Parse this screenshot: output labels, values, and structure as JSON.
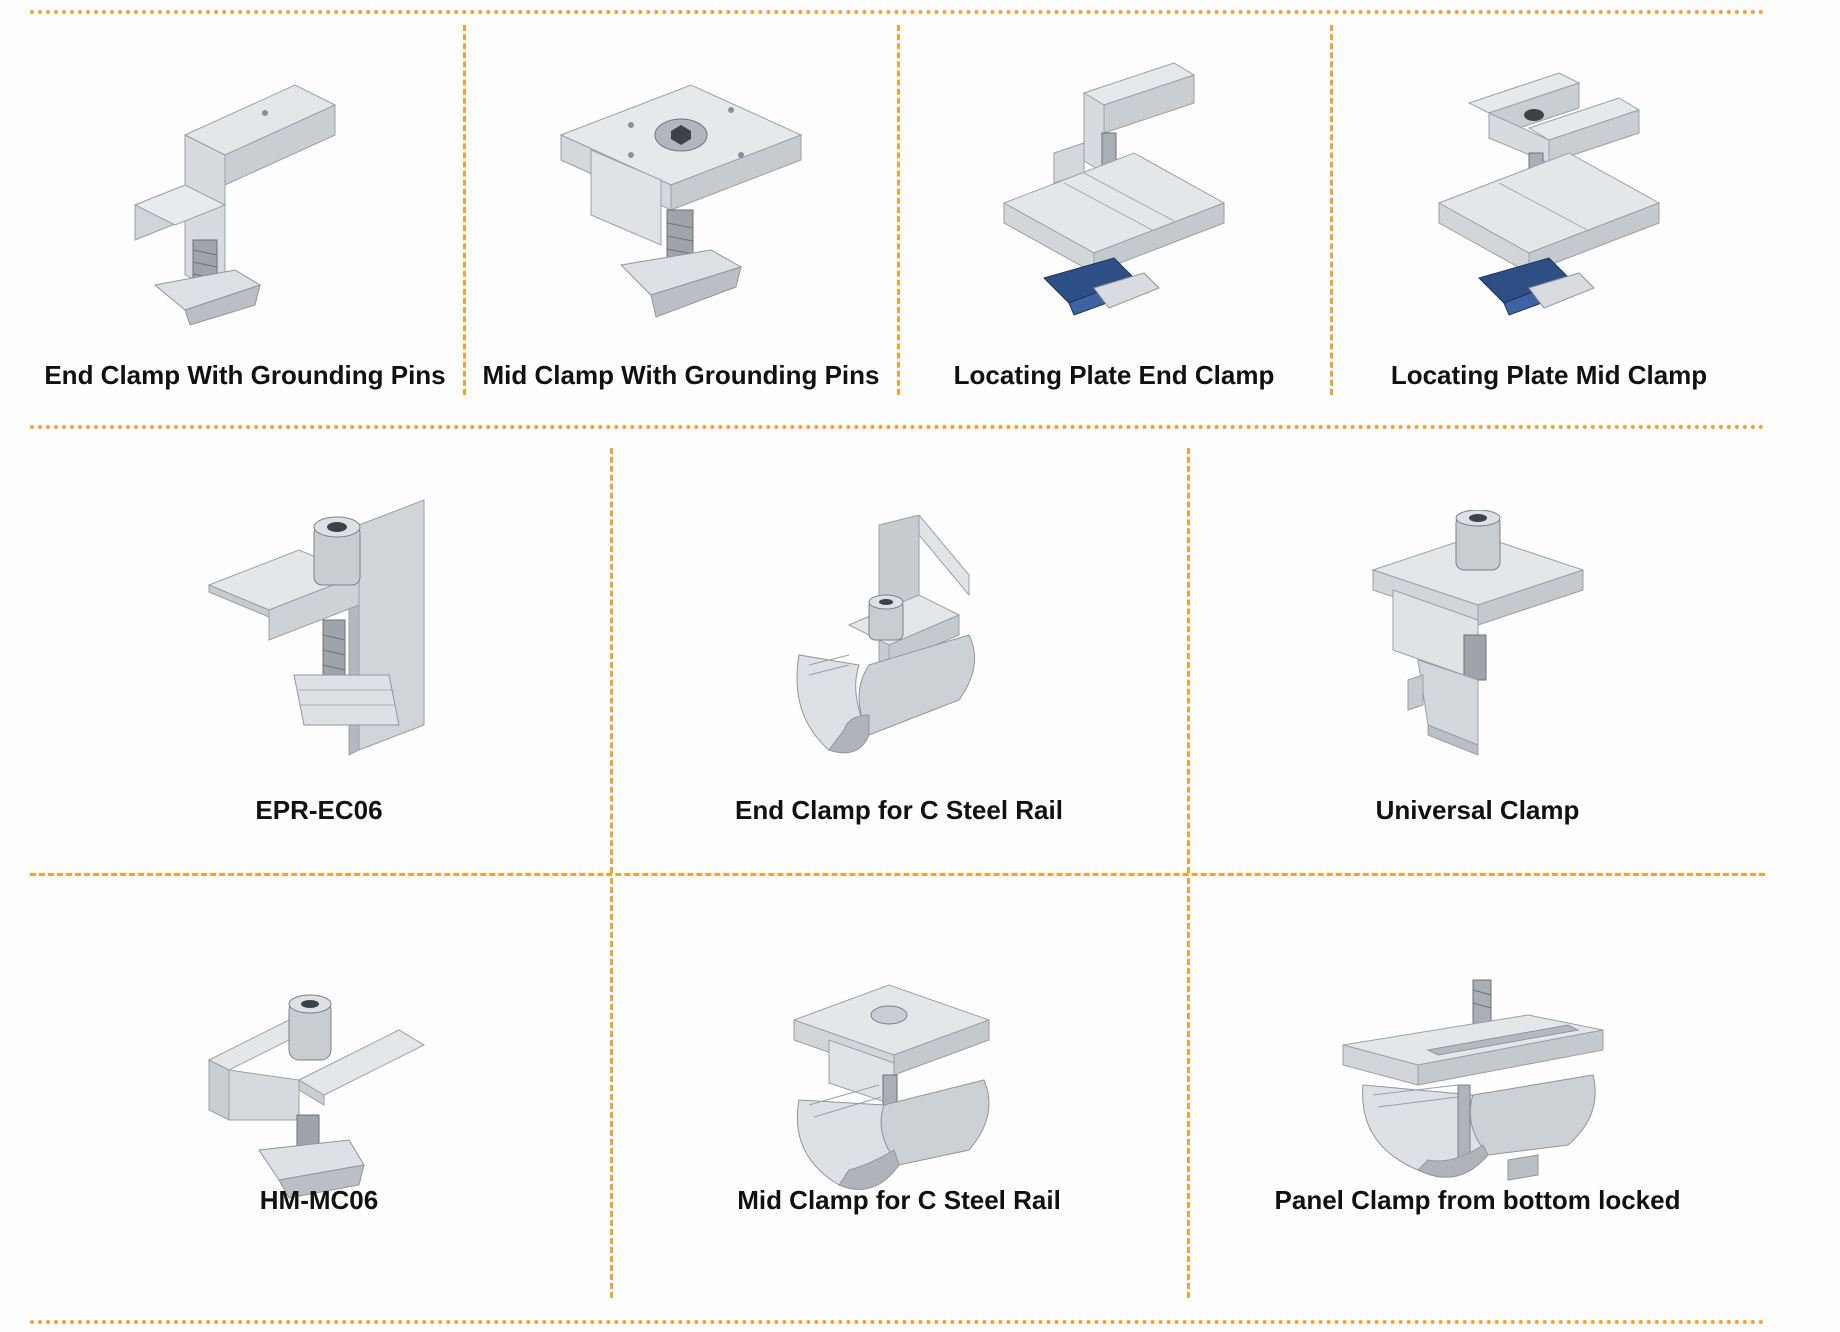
{
  "theme": {
    "divider_color": "#f2a23a",
    "metal_light": "#e2e5e8",
    "metal_mid": "#c2c7cc",
    "metal_dark": "#8f969d",
    "accent_blue": "#2e4f86"
  },
  "row1": {
    "items": [
      {
        "label": "End Clamp With Grounding Pins",
        "icon": "end-clamp-grounding-pins-image"
      },
      {
        "label": "Mid Clamp With Grounding Pins",
        "icon": "mid-clamp-grounding-pins-image"
      },
      {
        "label": "Locating Plate End Clamp",
        "icon": "locating-plate-end-clamp-image"
      },
      {
        "label": "Locating Plate Mid Clamp",
        "icon": "locating-plate-mid-clamp-image"
      }
    ]
  },
  "row2": {
    "items": [
      {
        "label": "EPR-EC06",
        "icon": "epr-ec06-image"
      },
      {
        "label": "End Clamp for C Steel Rail",
        "icon": "end-clamp-c-steel-rail-image"
      },
      {
        "label": "Universal Clamp",
        "icon": "universal-clamp-image"
      }
    ]
  },
  "row3": {
    "items": [
      {
        "label": "HM-MC06",
        "icon": "hm-mc06-image"
      },
      {
        "label": "Mid Clamp for C Steel Rail",
        "icon": "mid-clamp-c-steel-rail-image"
      },
      {
        "label": "Panel Clamp from bottom locked",
        "icon": "panel-clamp-bottom-locked-image"
      }
    ]
  }
}
